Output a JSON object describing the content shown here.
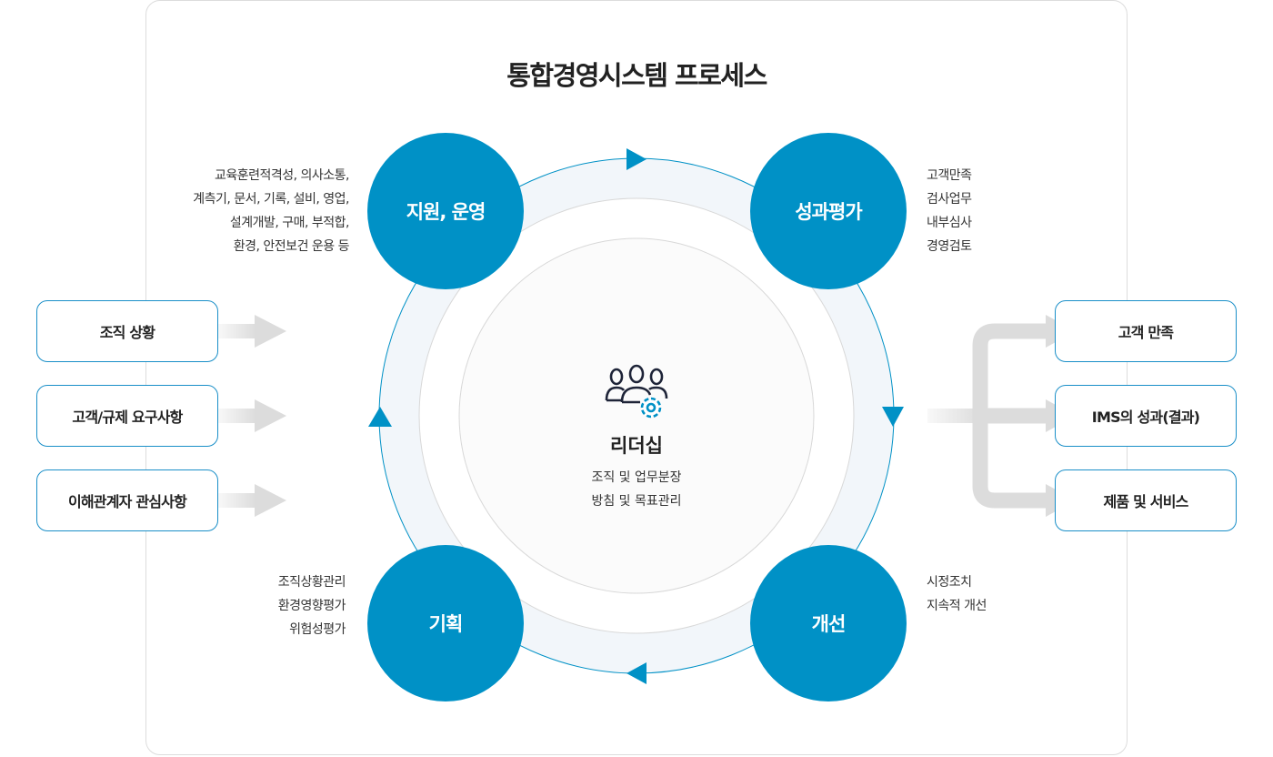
{
  "title": "통합경영시스템 프로세스",
  "center": {
    "icon": "leadership-people-gear-icon",
    "title": "리더십",
    "lines": [
      "조직 및 업무분장",
      "방침 및 목표관리"
    ]
  },
  "nodes": {
    "support": {
      "label": "지원, 운영",
      "desc": [
        "교육훈련적격성, 의사소통,",
        "계측기, 문서, 기록, 설비, 영업,",
        "설계개발, 구매, 부적합,",
        "환경, 안전보건 운용 등"
      ]
    },
    "evaluation": {
      "label": "성과평가",
      "desc": [
        "고객만족",
        "검사업무",
        "내부심사",
        "경영검토"
      ]
    },
    "planning": {
      "label": "기획",
      "desc": [
        "조직상황관리",
        "환경영향평가",
        "위험성평가"
      ]
    },
    "improvement": {
      "label": "개선",
      "desc": [
        "시정조치",
        "지속적 개선"
      ]
    }
  },
  "inputs": [
    "조직 상황",
    "고객/규제 요구사항",
    "이해관계자 관심사항"
  ],
  "outputs": [
    "고객 만족",
    "IMS의 성과(결과)",
    "제품 및 서비스"
  ],
  "colors": {
    "accent": "#0091c6",
    "ring": "#f2f6fa",
    "arrow": "#dcdcdc"
  }
}
